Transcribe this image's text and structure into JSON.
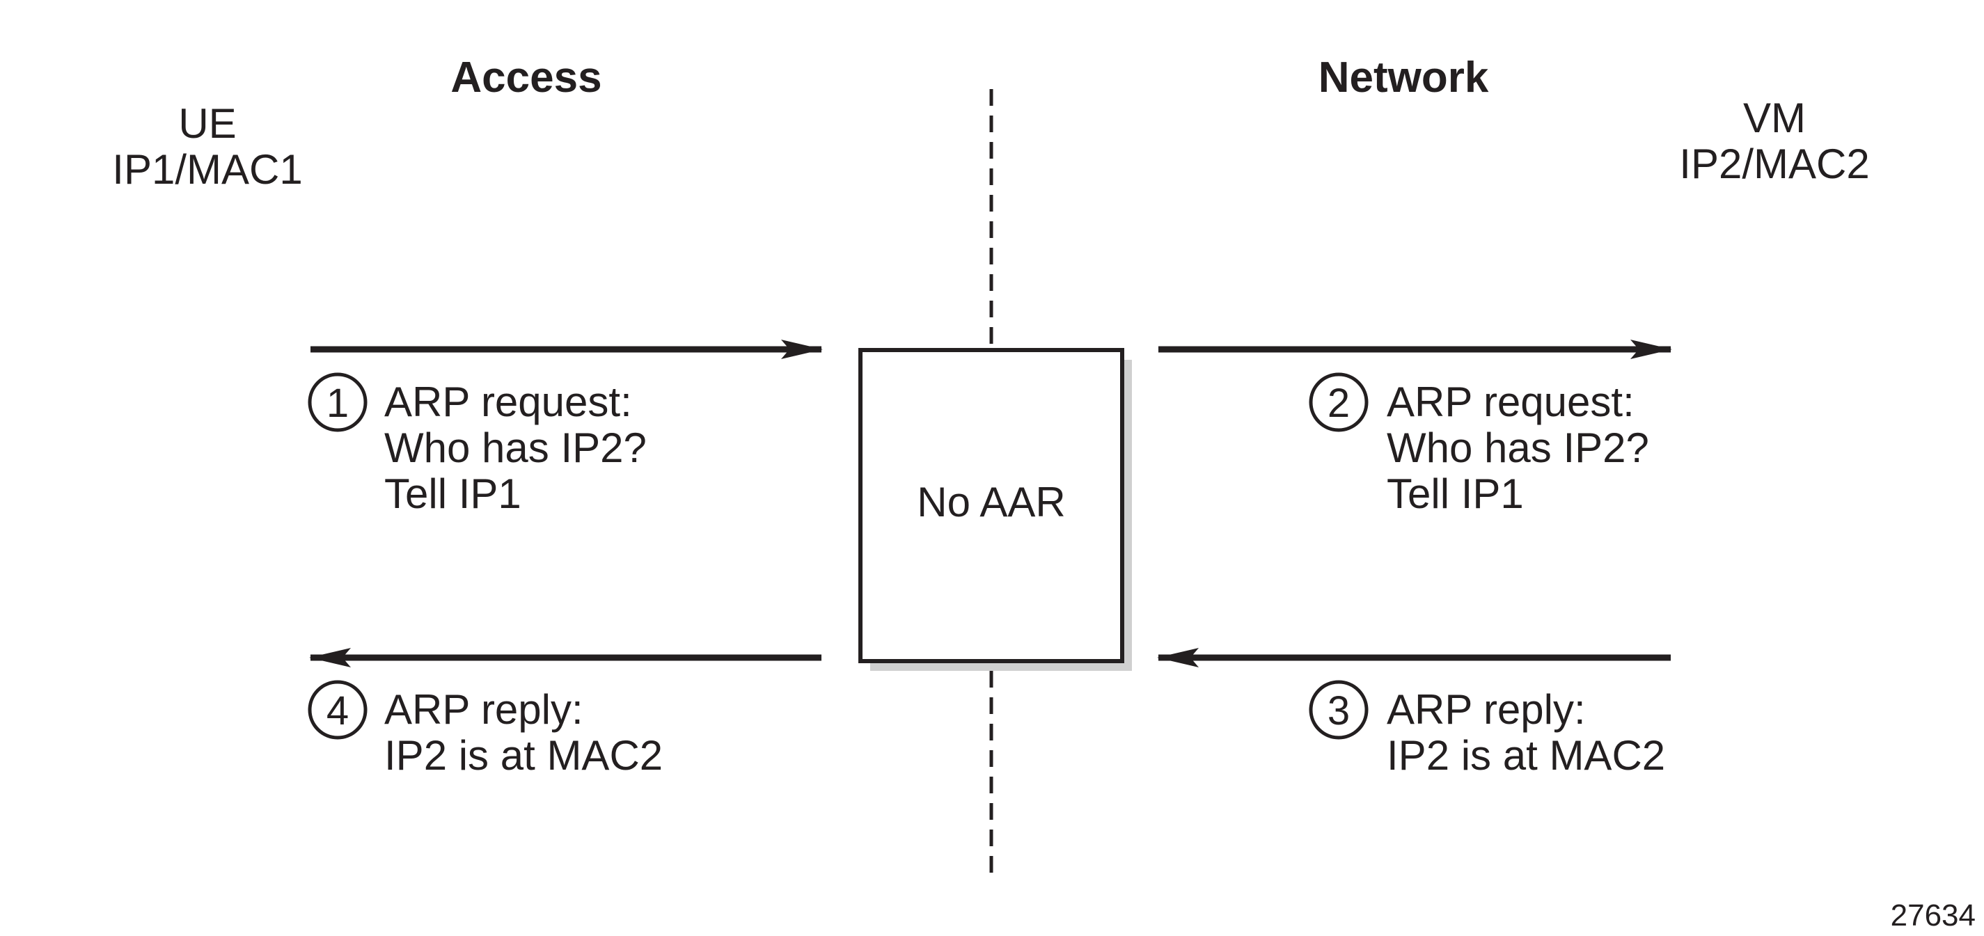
{
  "sections": {
    "access": "Access",
    "network": "Network"
  },
  "ue": {
    "name": "UE",
    "address": "IP1/MAC1"
  },
  "vm": {
    "name": "VM",
    "address": "IP2/MAC2"
  },
  "box": {
    "label": "No AAR"
  },
  "steps": [
    {
      "number": "1",
      "lines": [
        "ARP request:",
        "Who has IP2?",
        "Tell IP1"
      ]
    },
    {
      "number": "2",
      "lines": [
        "ARP request:",
        "Who has IP2?",
        "Tell IP1"
      ]
    },
    {
      "number": "3",
      "lines": [
        "ARP reply:",
        "IP2 is at MAC2"
      ]
    },
    {
      "number": "4",
      "lines": [
        "ARP reply:",
        "IP2 is at MAC2"
      ]
    }
  ],
  "figure_id": "27634",
  "colors": {
    "ink": "#231f20",
    "shadow": "#d0d0d0"
  }
}
